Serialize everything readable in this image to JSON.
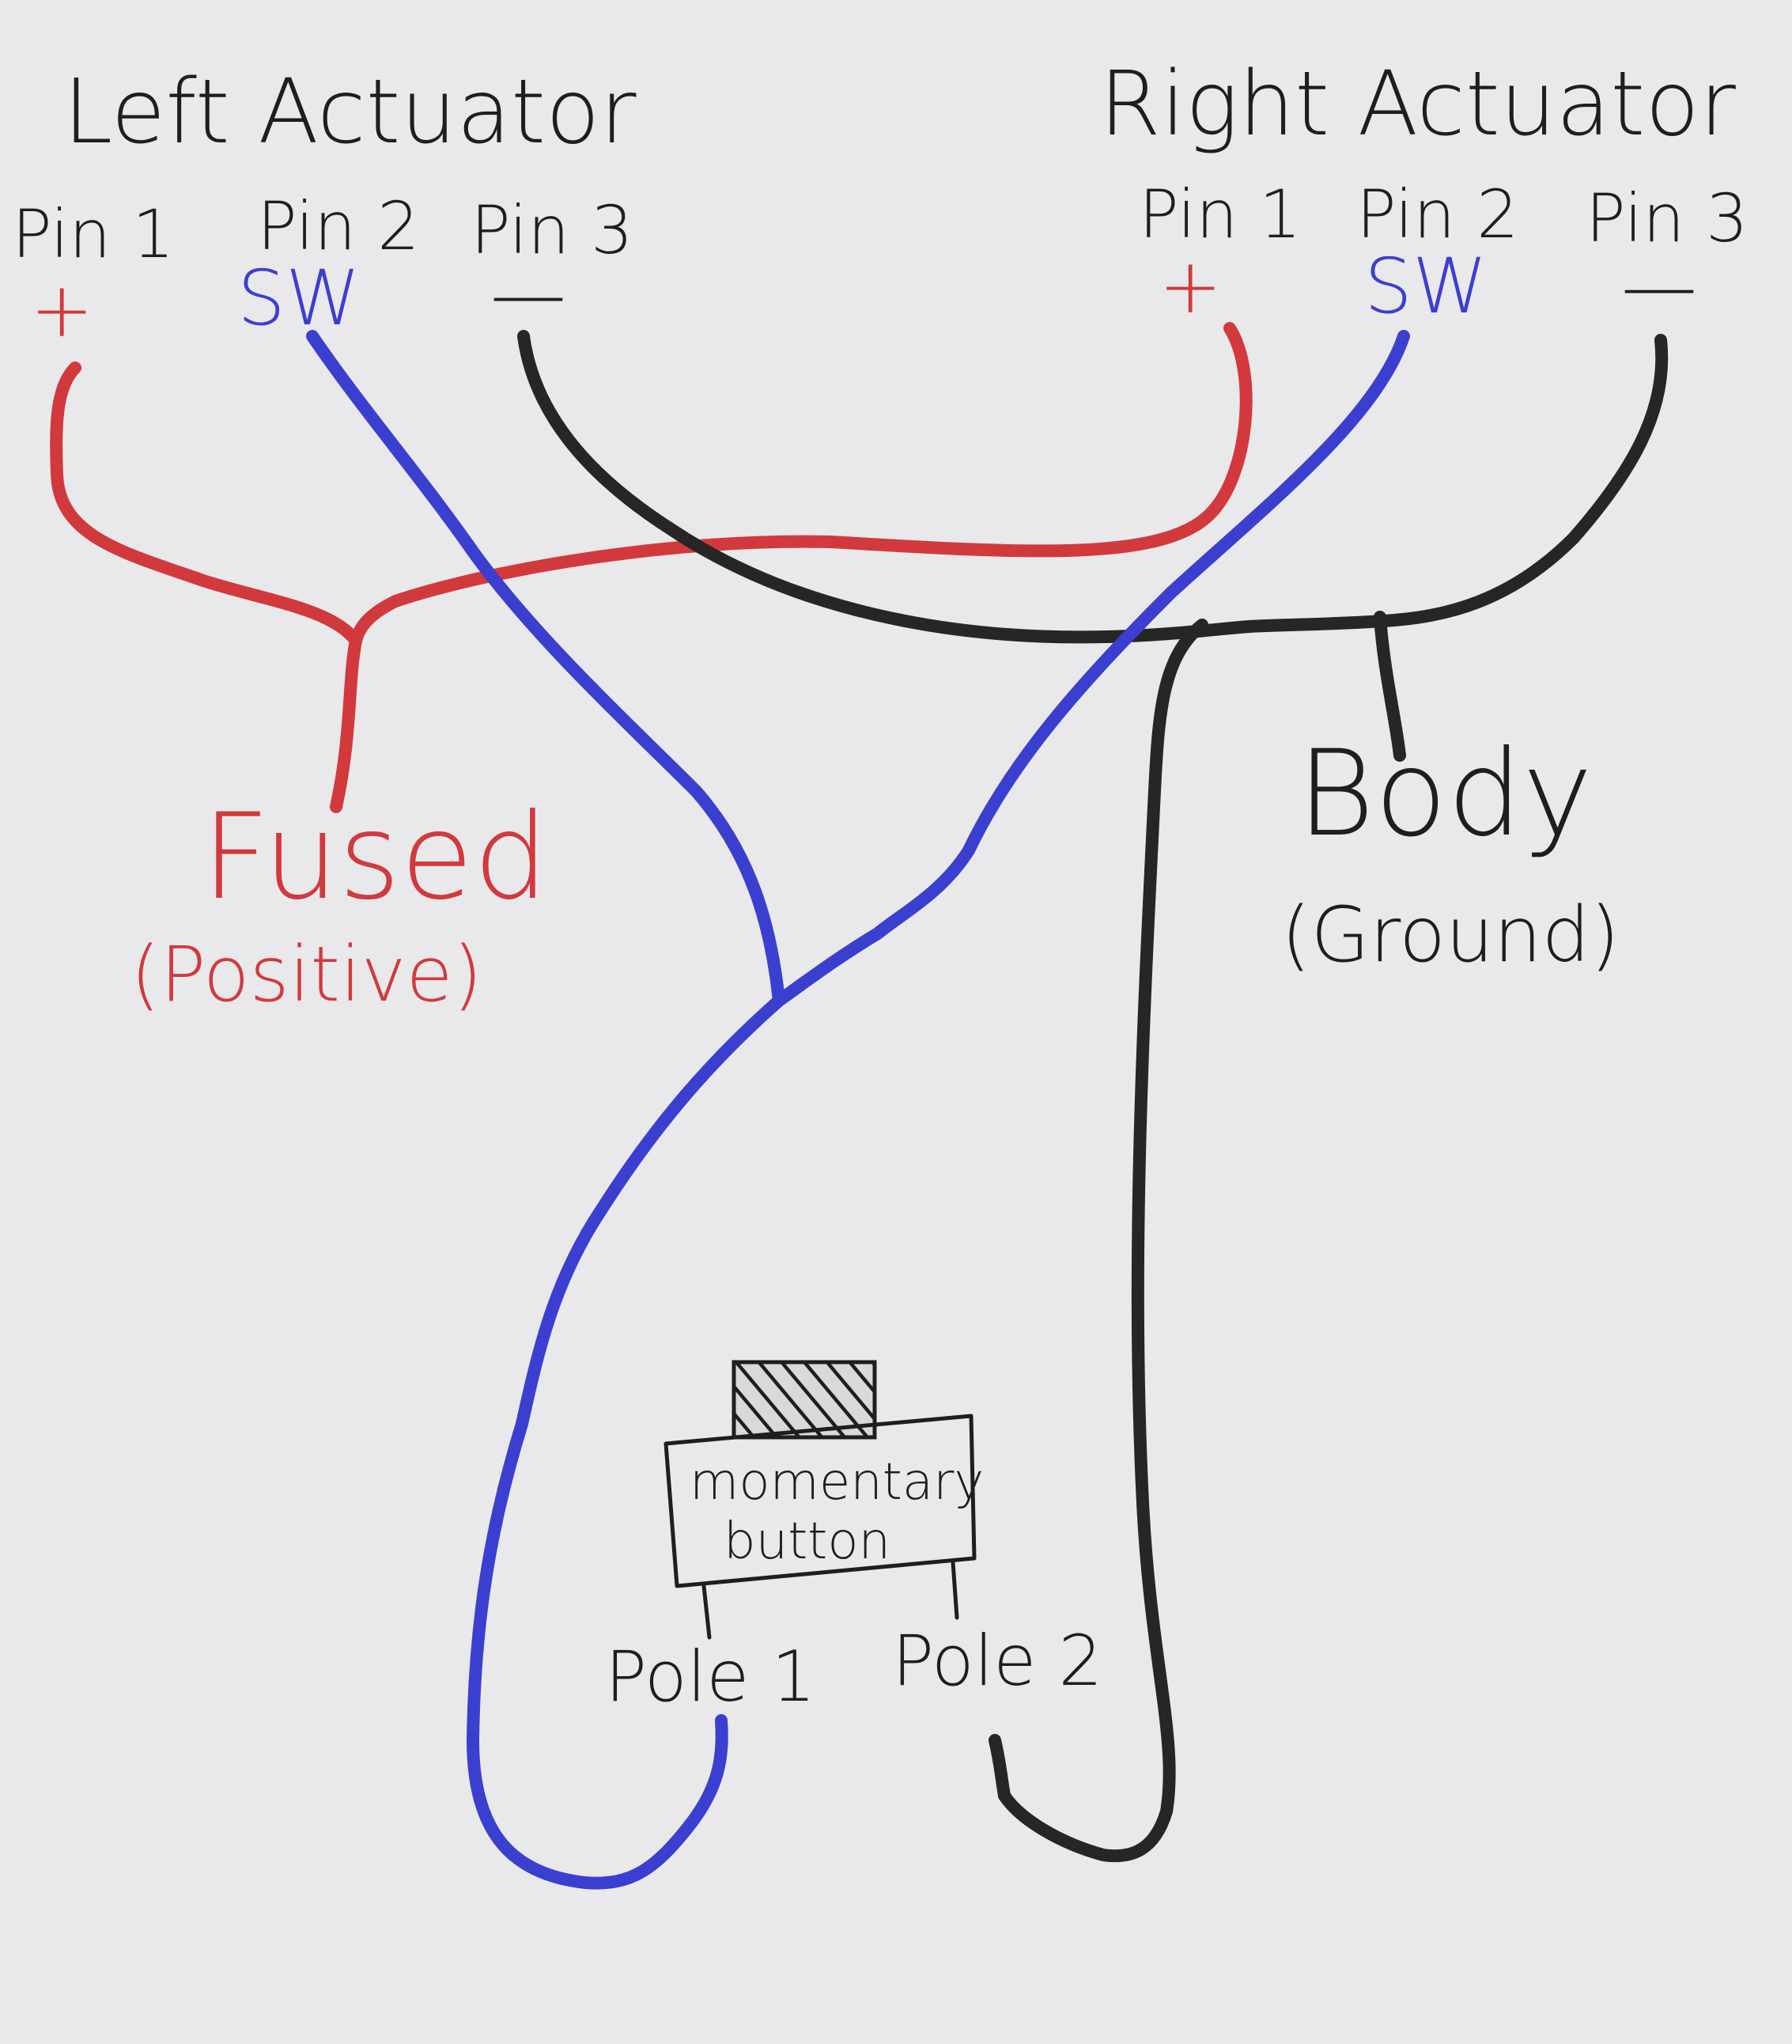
{
  "left_actuator": {
    "title": "Left Actuator",
    "pins": [
      {
        "label": "Pin 1",
        "symbol": "+"
      },
      {
        "label": "Pin 2",
        "symbol": "SW"
      },
      {
        "label": "Pin 3",
        "symbol": "—"
      }
    ]
  },
  "right_actuator": {
    "title": "Right Actuator",
    "pins": [
      {
        "label": "Pin 1",
        "symbol": "+"
      },
      {
        "label": "Pin 2",
        "symbol": "SW"
      },
      {
        "label": "Pin 3",
        "symbol": "—"
      }
    ]
  },
  "fused": {
    "label": "Fused",
    "sub": "(Positive)"
  },
  "body": {
    "label": "Body",
    "sub": "(Ground)"
  },
  "button": {
    "line1": "momentary",
    "line2": "button",
    "pole1": "Pole 1",
    "pole2": "Pole 2"
  },
  "colors": {
    "positive": "#d2393d",
    "switch": "#3b3fd0",
    "ground": "#262627",
    "ink": "#1e1e1e",
    "background": "#e9e9eb"
  }
}
